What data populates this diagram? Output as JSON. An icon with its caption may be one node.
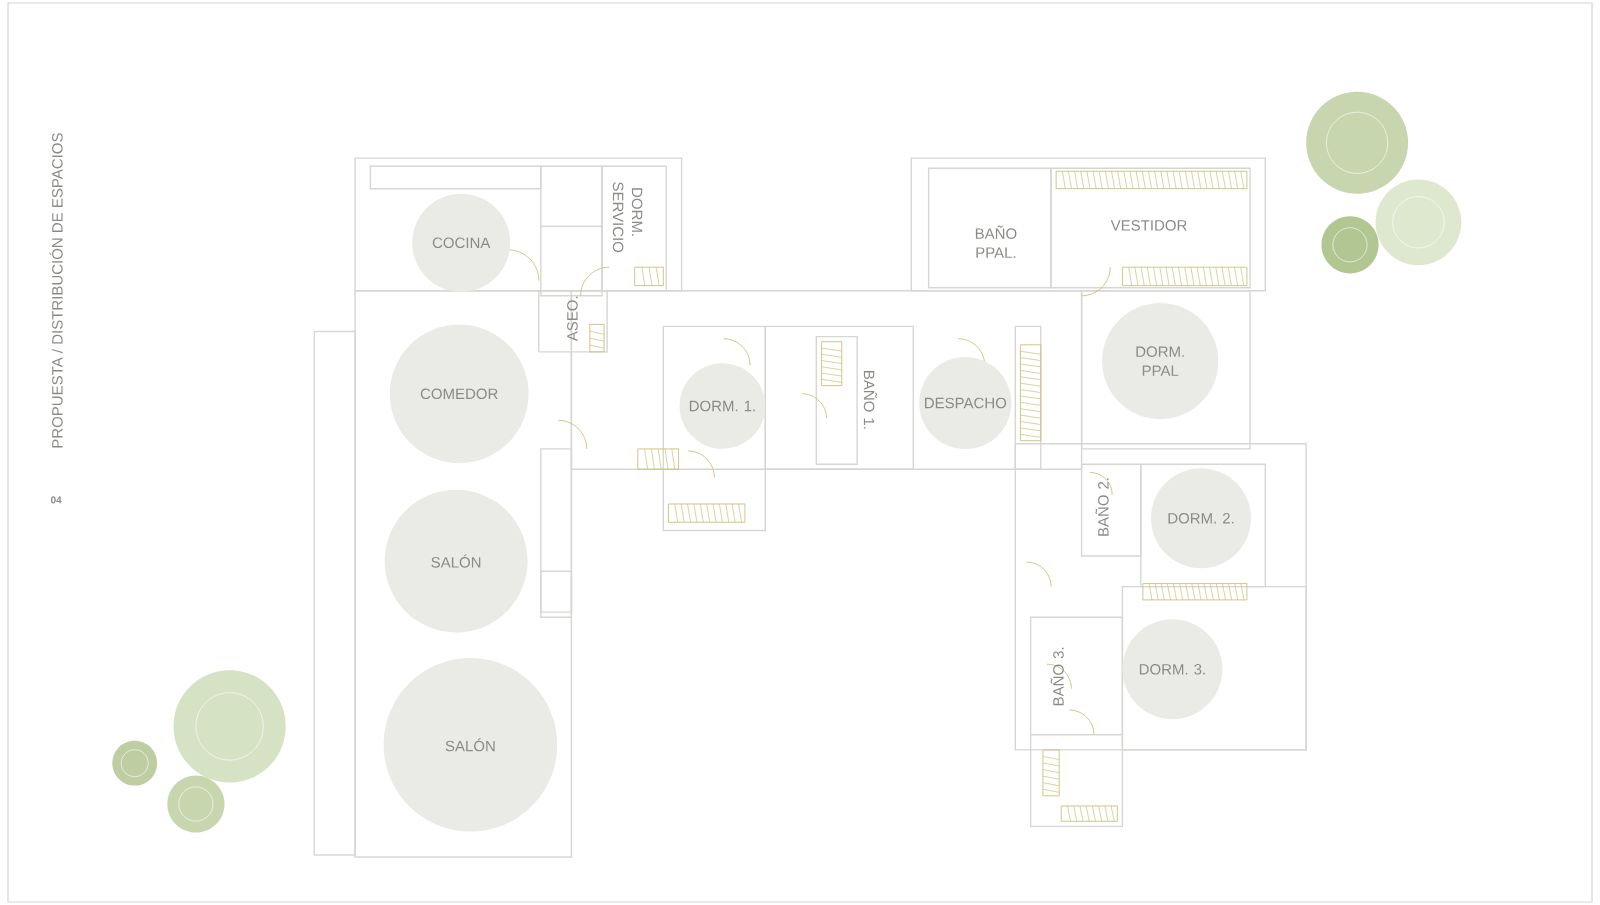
{
  "diagram": {
    "title": "PROPUESTA / DISTRIBUCIÓN DE ESPACIOS",
    "nodes": [
      {
        "text": [
          "COCINA"
        ]
      },
      {
        "text": [
          "DORM. SERVICIO"
        ]
      },
      {
        "text": [
          "ASEO."
        ]
      },
      {
        "text": [
          "COMEDOR"
        ]
      },
      {
        "text": [
          "SALÓN"
        ]
      },
      {
        "text": [
          "SALÓN"
        ]
      },
      {
        "text": [
          "DORM. 1."
        ]
      },
      {
        "text": [
          "BAÑO 1."
        ]
      },
      {
        "text": [
          "DESPACHO"
        ]
      },
      {
        "text": [
          "BAÑO PPAL."
        ]
      },
      {
        "text": [
          "VESTIDOR"
        ]
      },
      {
        "text": [
          "DORM. PPAL"
        ]
      },
      {
        "text": [
          "BAÑO 2."
        ]
      },
      {
        "text": [
          "DORM. 2."
        ]
      },
      {
        "text": [
          "BAÑO 3."
        ]
      },
      {
        "text": [
          "DORM. 3."
        ]
      }
    ],
    "labels": [
      "04"
    ]
  }
}
